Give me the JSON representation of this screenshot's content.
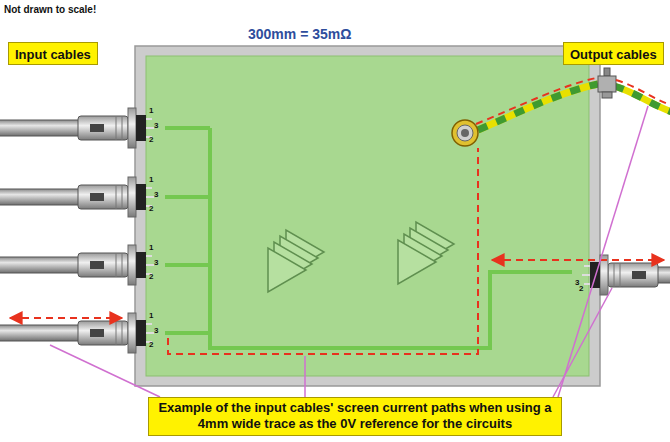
{
  "diagram": {
    "nodes": [
      {
        "text": [
          "Input cables"
        ]
      },
      {
        "text": [
          "Output cables"
        ]
      },
      {
        "text": [
          "Example of the input cables' screen current paths when using a 4mm wide trace as the 0V reference for the circuits"
        ]
      }
    ],
    "labels": [
      "Not drawn to scale!",
      "300mm = 35mΩ",
      "1",
      "3",
      "2",
      "1",
      "3",
      "2",
      "1",
      "3",
      "2",
      "1",
      "3",
      "2",
      "3",
      "2"
    ]
  }
}
